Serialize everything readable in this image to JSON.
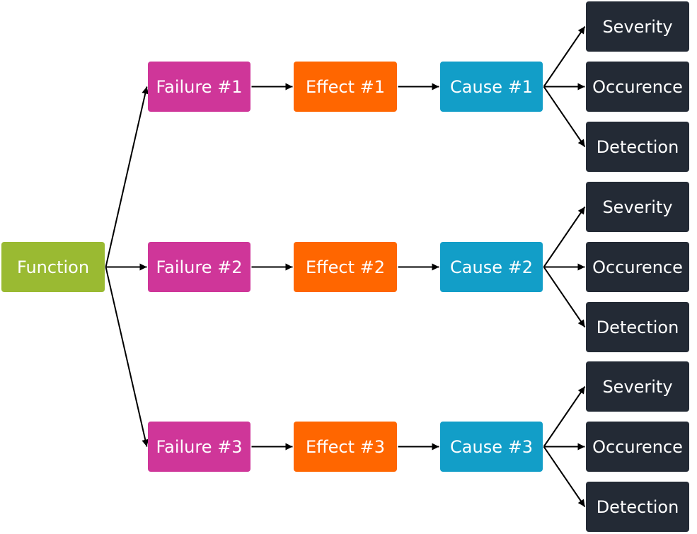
{
  "diagram": {
    "colors": {
      "function": "#9aba32",
      "failure": "#cf3699",
      "effect": "#ff6600",
      "cause": "#129ec8",
      "rating": "#232a35",
      "edge": "#000000",
      "text": "#ffffff"
    },
    "function": {
      "label": "Function"
    },
    "chains": [
      {
        "failure": "Failure #1",
        "effect": "Effect #1",
        "cause": "Cause #1",
        "ratings": [
          "Severity",
          "Occurence",
          "Detection"
        ]
      },
      {
        "failure": "Failure #2",
        "effect": "Effect #2",
        "cause": "Cause #2",
        "ratings": [
          "Severity",
          "Occurence",
          "Detection"
        ]
      },
      {
        "failure": "Failure #3",
        "effect": "Effect #3",
        "cause": "Cause #3",
        "ratings": [
          "Severity",
          "Occurence",
          "Detection"
        ]
      }
    ]
  }
}
